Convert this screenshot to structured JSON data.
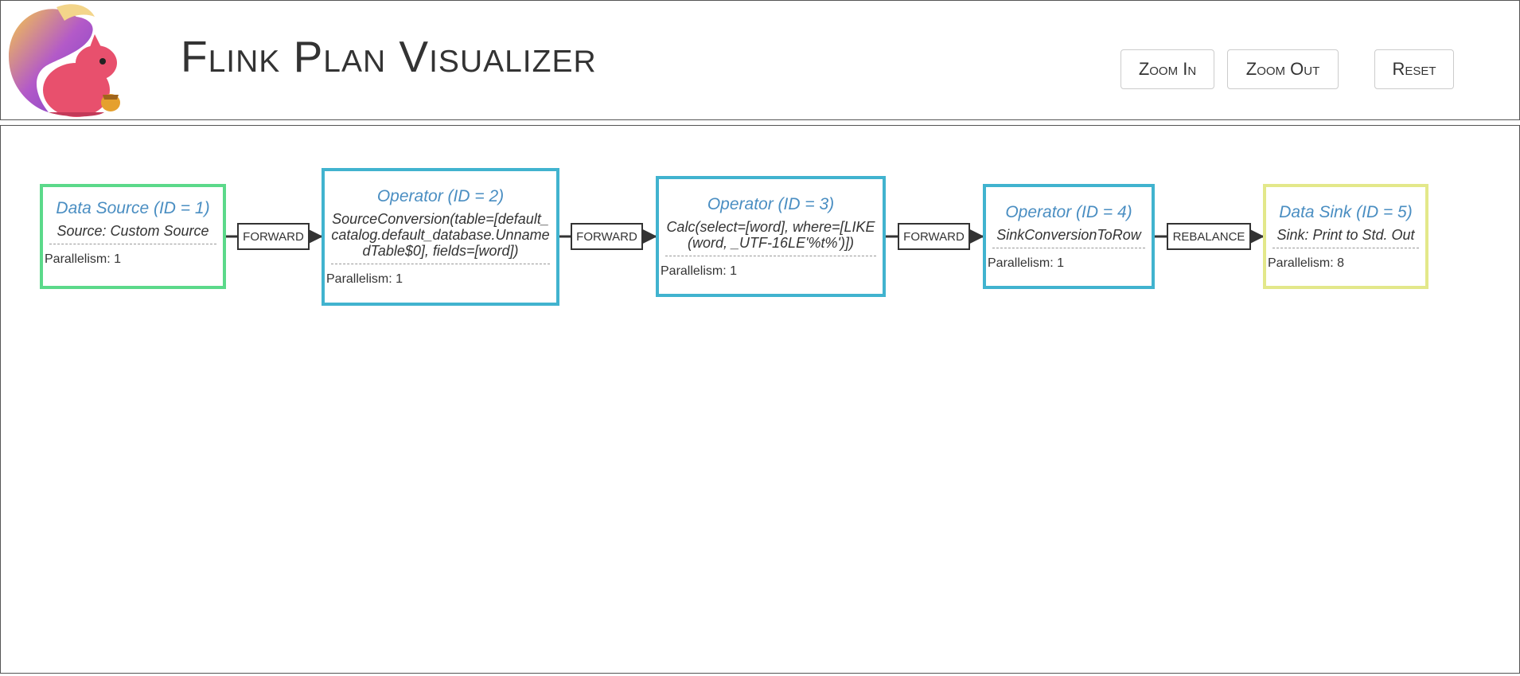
{
  "header": {
    "title": "Flink Plan Visualizer",
    "buttons": {
      "zoom_in": "Zoom In",
      "zoom_out": "Zoom Out",
      "reset": "Reset"
    }
  },
  "nodes": [
    {
      "title": "Data Source (ID = 1)",
      "content": "Source: Custom Source",
      "parallelism": "Parallelism: 1",
      "color": "#5bd98a"
    },
    {
      "title": "Operator (ID = 2)",
      "content": "SourceConversion(table=[default_catalog.default_database.UnnamedTable$0], fields=[word])",
      "parallelism": "Parallelism: 1",
      "color": "#41b3cf"
    },
    {
      "title": "Operator (ID = 3)",
      "content": "Calc(select=[word], where=[LIKE(word, _UTF-16LE'%t%')])",
      "parallelism": "Parallelism: 1",
      "color": "#41b3cf"
    },
    {
      "title": "Operator (ID = 4)",
      "content": "SinkConversionToRow",
      "parallelism": "Parallelism: 1",
      "color": "#41b3cf"
    },
    {
      "title": "Data Sink (ID = 5)",
      "content": "Sink: Print to Std. Out",
      "parallelism": "Parallelism: 8",
      "color": "#e3e88a"
    }
  ],
  "edges": [
    {
      "label": "FORWARD"
    },
    {
      "label": "FORWARD"
    },
    {
      "label": "FORWARD"
    },
    {
      "label": "REBALANCE"
    }
  ]
}
